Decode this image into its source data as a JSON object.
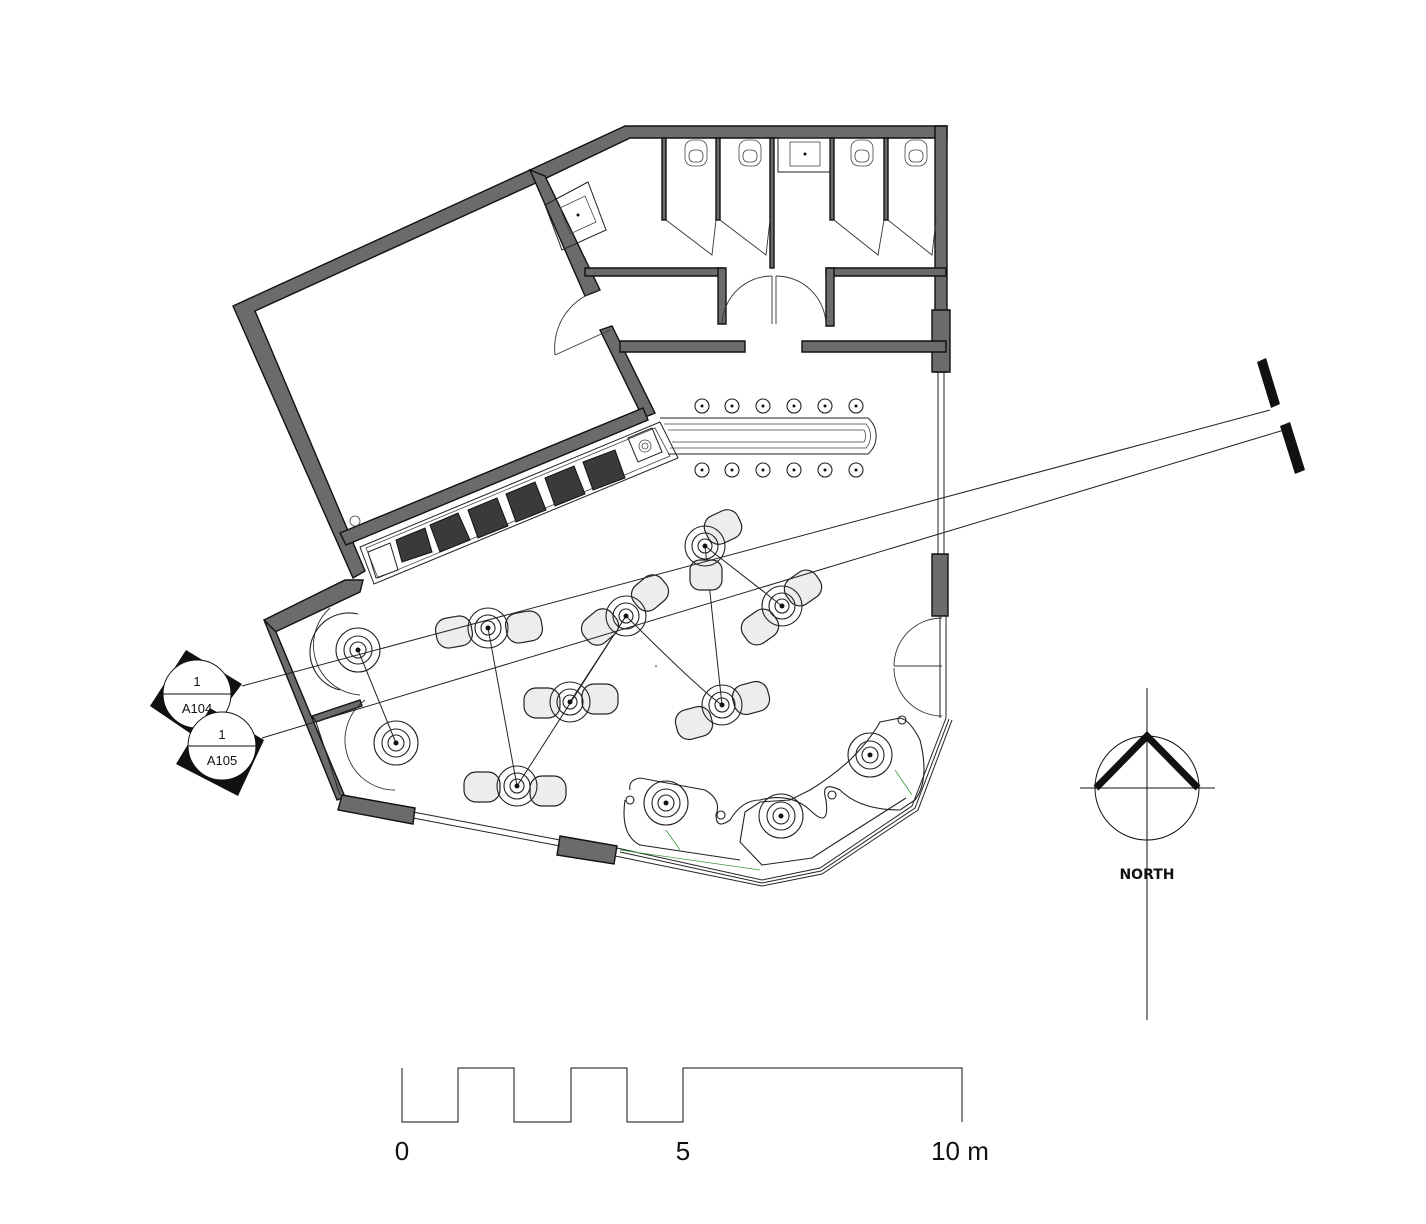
{
  "section_markers": [
    {
      "number": "1",
      "sheet": "A104"
    },
    {
      "number": "1",
      "sheet": "A105"
    }
  ],
  "north_arrow": {
    "label": "NORTH",
    "icon": "north-arrow-icon"
  },
  "scale_bar": {
    "labels": [
      "0",
      "5",
      "10 m"
    ]
  },
  "colors": {
    "wall": "#6b6b6b",
    "line": "#222222",
    "accent": "#3d9b3d"
  }
}
